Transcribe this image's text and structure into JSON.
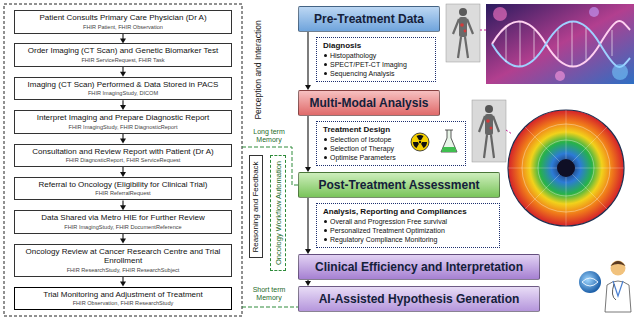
{
  "diagram": {
    "nodes": [
      {
        "text": [
          "Patient Consults Primary Care Physician (Dr A)",
          "FHIR Patient, FHIR Observation"
        ]
      },
      {
        "text": [
          "Order Imaging (CT Scan) and Genetic Biomarker Test",
          "FHIR ServiceRequest, FHIR Task"
        ]
      },
      {
        "text": [
          "Imaging (CT Scan) Performed & Data Stored in PACS",
          "FHIR ImagingStudy, DICOM"
        ]
      },
      {
        "text": [
          "Interpret Imaging and Prepare Diagnostic Report",
          "FHIR ImagingStudy, FHIR DiagnosticReport"
        ]
      },
      {
        "text": [
          "Consultation and Review Report with Patient (Dr A)",
          "FHIR DiagnosticReport, FHIR ServiceRequest"
        ]
      },
      {
        "text": [
          "Referral to Oncology (Eligibility for Clinical Trial)",
          "FHIR ReferralRequest"
        ]
      },
      {
        "text": [
          "Data Shared via Metro HIE for Further Review",
          "FHIR ImagingStudy, FHIR DocumentReference"
        ]
      },
      {
        "text": [
          "Oncology Review at Cancer Research Centre and Trial Enrollment",
          "FHIR ResearchStudy, FHIR ResearchSubject"
        ]
      },
      {
        "text": [
          "Trial Monitoring and Adjustment of Treatment",
          "FHIR Observation, FHIR ResearchStudy"
        ]
      },
      {
        "text": [
          "Reasoning and Feedback"
        ]
      },
      {
        "text": [
          "Oncology Workflow Automation"
        ]
      },
      {
        "text": [
          "Pre-Treatment Data"
        ]
      },
      {
        "text": [
          "Diagnosis",
          "Histopathology",
          "SPECT/PET-CT Imaging",
          "Sequencing Analysis"
        ]
      },
      {
        "text": [
          "Multi-Modal Analysis"
        ]
      },
      {
        "text": [
          "Treatment Design",
          "Selection of Isotope",
          "Selection of Therapy",
          "Optimise Parameters"
        ]
      },
      {
        "text": [
          "Post-Treatment Assessment"
        ]
      },
      {
        "text": [
          "Analysis, Reporting and Compliances",
          "Overall and Progression Free survival",
          "Personalized Treatment Optimization",
          "Regulatory Compliance Monitoring"
        ]
      },
      {
        "text": [
          "Clinical Efficiency and Interpretation"
        ]
      },
      {
        "text": [
          "AI-Assisted Hypothesis Generation"
        ]
      }
    ],
    "edges": [
      {
        "from": 0,
        "to": 1,
        "arrow": "to"
      },
      {
        "from": 1,
        "to": 2,
        "arrow": "to"
      },
      {
        "from": 2,
        "to": 3,
        "arrow": "to"
      },
      {
        "from": 3,
        "to": 4,
        "arrow": "to"
      },
      {
        "from": 4,
        "to": 5,
        "arrow": "to"
      },
      {
        "from": 5,
        "to": 6,
        "arrow": "to"
      },
      {
        "from": 6,
        "to": 7,
        "arrow": "to"
      },
      {
        "from": 7,
        "to": 8,
        "arrow": "to"
      },
      {
        "from": 11,
        "to": 13,
        "arrow": "to"
      },
      {
        "from": 13,
        "to": 15,
        "arrow": "to"
      },
      {
        "from": 15,
        "to": 17,
        "arrow": "to"
      },
      {
        "from": 17,
        "to": 18,
        "arrow": "to"
      }
    ],
    "labels": [
      "Perception and Interaction",
      "Long term Memory",
      "Short term Memory"
    ]
  }
}
